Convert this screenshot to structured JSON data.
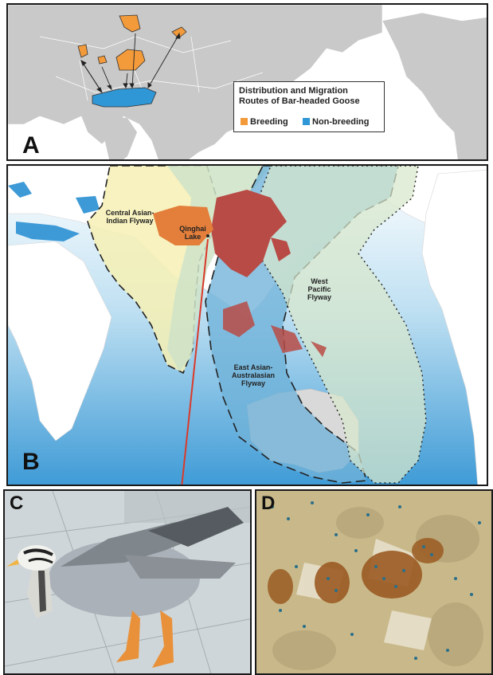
{
  "panels": [
    {
      "letter": "A"
    },
    {
      "letter": "B"
    },
    {
      "letter": "C"
    },
    {
      "letter": "D"
    }
  ],
  "legend": {
    "title": "Distribution and Migration Routes of Bar-headed Goose",
    "items": [
      {
        "label": "Breeding",
        "color": "#f39a3a"
      },
      {
        "label": "Non-breeding",
        "color": "#2f97d6"
      }
    ]
  },
  "flyways": [
    {
      "label": "Central Asian-Indian Flyway",
      "color": "#f6f0b4"
    },
    {
      "label": "East Asian-Australasian Flyway",
      "color": "#6fb2d8"
    },
    {
      "label": "West Pacific Flyway",
      "color": "#d8e7cc"
    }
  ],
  "site": {
    "label": "Qinghai Lake"
  },
  "colors": {
    "land": "#c9c9c9",
    "ocean": "#3d9ad6",
    "china": "#b84b45",
    "qinghai_region": "#e37f3b",
    "arrow": "#d93a2a"
  }
}
